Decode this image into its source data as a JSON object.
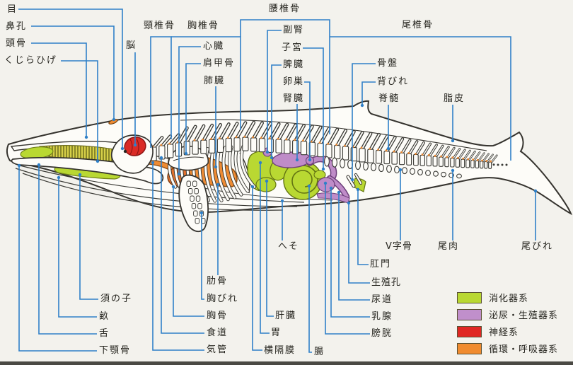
{
  "figure": {
    "type": "anatomical-diagram",
    "subject": "whale internal anatomy (Japanese)",
    "background": "#f3f2ed"
  },
  "labels": {
    "eye": "目",
    "nostril": "鼻孔",
    "skull": "頭骨",
    "baleen": "くじらひげ",
    "brain": "脳",
    "cervical_vertebrae": "頸椎骨",
    "thoracic_vertebrae": "胸椎骨",
    "lumbar_vertebrae": "腰椎骨",
    "caudal_vertebrae": "尾椎骨",
    "adrenal": "副腎",
    "uterus": "子宮",
    "spleen": "脾臓",
    "ovary": "卵巣",
    "kidney": "腎臓",
    "heart": "心臓",
    "scapula": "肩甲骨",
    "lung": "肺臓",
    "pelvis": "骨盤",
    "dorsal_fin": "背びれ",
    "spinal_cord": "脊髄",
    "blubber": "脂皮",
    "baleen_bristles": "須の子",
    "throat_grooves": "畝",
    "tongue": "舌",
    "lower_jaw": "下顎骨",
    "ribs": "肋骨",
    "pectoral_fin": "胸びれ",
    "sternum": "胸骨",
    "esophagus": "食道",
    "trachea": "気管",
    "liver": "肝臓",
    "stomach": "胃",
    "diaphragm": "横隔膜",
    "navel": "へそ",
    "anus": "肛門",
    "genital_opening": "生殖孔",
    "urethra": "尿道",
    "mammary_gland": "乳腺",
    "bladder": "膀胱",
    "intestine": "腸",
    "chevron_bone": "V字骨",
    "tail_muscle": "尾肉",
    "tail_fluke": "尾びれ"
  },
  "legend": {
    "items": [
      {
        "id": "digestive",
        "label": "消化器系",
        "color": "#b9d832"
      },
      {
        "id": "urogenital",
        "label": "泌尿・生殖器系",
        "color": "#c08fcb"
      },
      {
        "id": "nervous",
        "label": "神経系",
        "color": "#e02723"
      },
      {
        "id": "circulatory",
        "label": "循環・呼吸器系",
        "color": "#f08b2f"
      }
    ]
  },
  "colors": {
    "leader_line": "#2f80c8",
    "outline": "#35332e",
    "digestive": "#b9d832",
    "urogenital": "#bf8cc8",
    "nervous": "#da2b26",
    "respiratory": "#ee8b33"
  }
}
